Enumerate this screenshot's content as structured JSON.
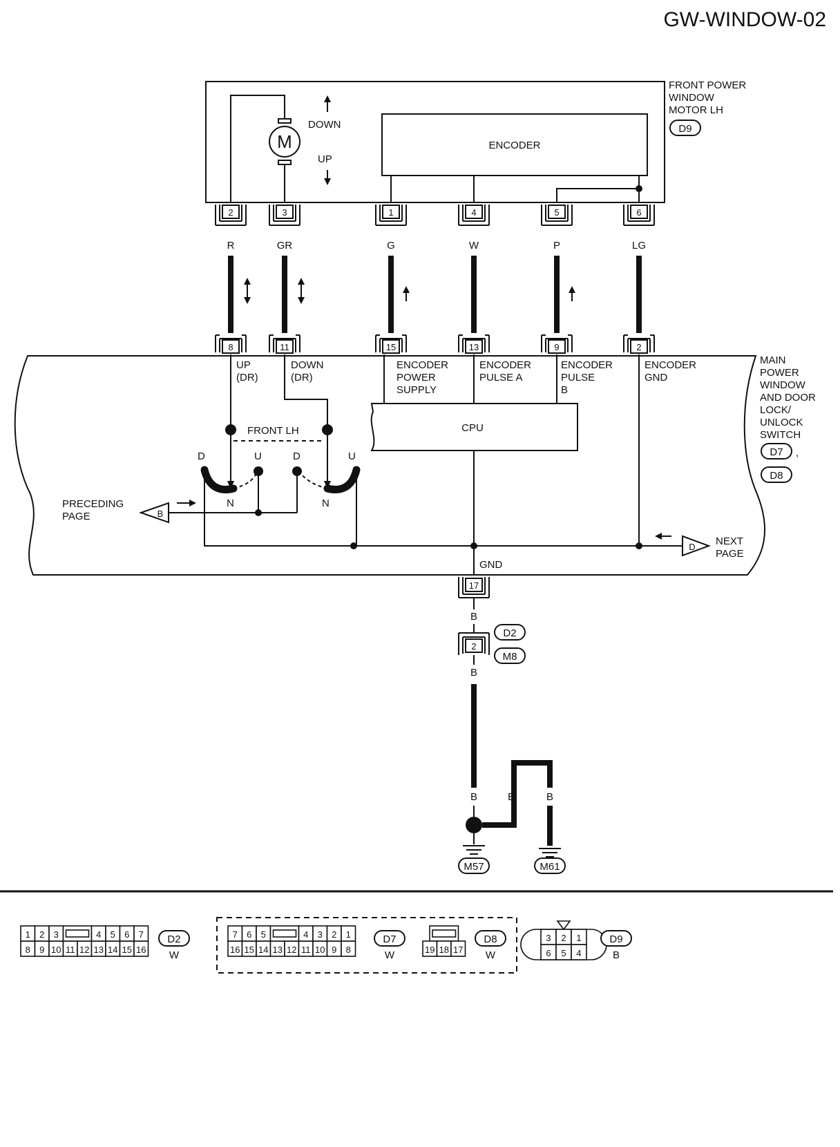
{
  "page_id": "GW-WINDOW-02",
  "motor": {
    "name": [
      "FRONT POWER",
      "WINDOW",
      "MOTOR LH"
    ],
    "connector": "D9",
    "motor_symbol": "M",
    "down": "DOWN",
    "up": "UP",
    "encoder": "ENCODER",
    "pins": [
      {
        "pin": "2",
        "color": "R"
      },
      {
        "pin": "3",
        "color": "GR"
      },
      {
        "pin": "1",
        "color": "G"
      },
      {
        "pin": "4",
        "color": "W"
      },
      {
        "pin": "5",
        "color": "P"
      },
      {
        "pin": "6",
        "color": "LG"
      }
    ]
  },
  "switch": {
    "name": [
      "MAIN",
      "POWER",
      "WINDOW",
      "AND DOOR",
      "LOCK/",
      "UNLOCK",
      "SWITCH"
    ],
    "connectors": [
      "D7",
      "D8"
    ],
    "pins": [
      {
        "pin": "8",
        "label": [
          "UP",
          "(DR)"
        ]
      },
      {
        "pin": "11",
        "label": [
          "DOWN",
          "(DR)"
        ]
      },
      {
        "pin": "15",
        "label": [
          "ENCODER",
          "POWER",
          "SUPPLY"
        ]
      },
      {
        "pin": "13",
        "label": [
          "ENCODER",
          "PULSE A"
        ]
      },
      {
        "pin": "9",
        "label": [
          "ENCODER",
          "PULSE",
          "B"
        ]
      },
      {
        "pin": "2",
        "label": [
          "ENCODER",
          "GND"
        ]
      }
    ],
    "cpu": "CPU",
    "front_lh": "FRONT LH",
    "contacts": [
      "D",
      "U",
      "D",
      "U"
    ],
    "neutral": "N",
    "gnd_label": "GND",
    "gnd_pin": "17",
    "preceding": [
      "PRECEDING",
      "PAGE"
    ],
    "preceding_tag": "B",
    "next": [
      "NEXT",
      "PAGE"
    ],
    "next_tag": "D"
  },
  "ground": {
    "wire_color": "B",
    "joint_pin": "2",
    "joint_connectors": [
      "D2",
      "M8"
    ],
    "points": [
      "M57",
      "M61"
    ]
  },
  "connector_views": {
    "d2": {
      "id": "D2",
      "color": "W",
      "top": [
        "1",
        "2",
        "3",
        "",
        "4",
        "5",
        "6",
        "7"
      ],
      "bottom": [
        "8",
        "9",
        "10",
        "11",
        "12",
        "13",
        "14",
        "15",
        "16"
      ]
    },
    "d7": {
      "id": "D7",
      "color": "W",
      "top": [
        "7",
        "6",
        "5",
        "",
        "4",
        "3",
        "2",
        "1"
      ],
      "bottom": [
        "16",
        "15",
        "14",
        "13",
        "12",
        "11",
        "10",
        "9",
        "8"
      ]
    },
    "d8": {
      "id": "D8",
      "color": "W",
      "bottom": [
        "19",
        "18",
        "17"
      ]
    },
    "d9": {
      "id": "D9",
      "color": "B",
      "top": [
        "3",
        "2",
        "1"
      ],
      "bottom": [
        "6",
        "5",
        "4"
      ]
    }
  }
}
